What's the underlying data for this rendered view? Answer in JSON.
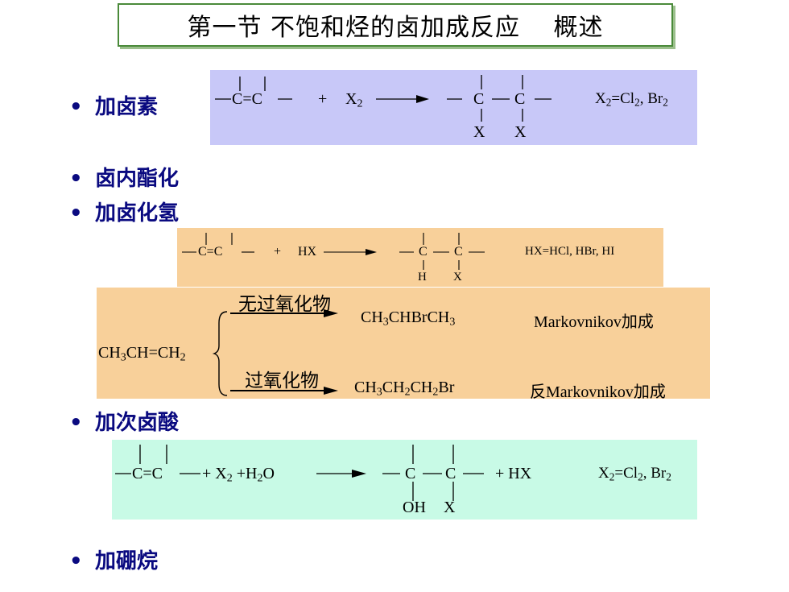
{
  "title": "第一节 不饱和烃的卤加成反应　 概述",
  "bullets": {
    "halogen": "加卤素",
    "halolactonization": "卤内酯化",
    "hydrogen_halide": "加卤化氢",
    "hypohalous_acid": "加次卤酸",
    "hydroboration": "加硼烷"
  },
  "bullet_symbol": "•",
  "reaction1": {
    "reagent": "X",
    "reagent_sub": "2",
    "product_sub1": "X",
    "product_sub2": "X",
    "note_prefix": "X",
    "note_sub": "2",
    "note_mid": "=Cl",
    "note_sub2": "2",
    "note_end": ", Br",
    "note_sub3": "2"
  },
  "reaction2": {
    "reagent": "HX",
    "product_sub1": "H",
    "product_sub2": "X",
    "note": "HX=HCl, HBr, HI"
  },
  "reaction3": {
    "substrate": "CH3CH=CH2",
    "condition_top": "无过氧化物",
    "product_top": "CH3CHBrCH3",
    "label_top_latin": "Markovnikov",
    "label_top_cjk": "加成",
    "condition_bottom": "过氧化物",
    "product_bottom": "CH3CH2CH2Br",
    "label_bottom_prefix": "反",
    "label_bottom_latin": "Markovnikov",
    "label_bottom_cjk": "加成"
  },
  "reaction4": {
    "reagent1": "X",
    "reagent1_sub": "2",
    "reagent2": "H",
    "reagent2_sub": "2",
    "reagent2_end": "O",
    "byproduct": "HX",
    "product_sub1": "OH",
    "product_sub2": "X",
    "note": "X2=Cl2, Br2"
  },
  "colors": {
    "bullet_text": "#0a0a80",
    "panel1": "#c8c8f8",
    "panel2": "#f8d09a",
    "panel3": "#f8d09a",
    "panel4": "#c8fae6",
    "title_border": "#4a8a3a"
  }
}
